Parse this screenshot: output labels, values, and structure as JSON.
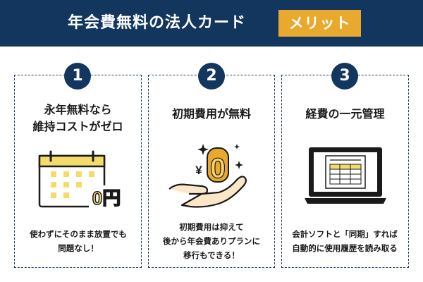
{
  "banner": {
    "title": "年会費無料の法人カード",
    "tag": "メリット"
  },
  "panels": [
    {
      "number": "1",
      "heading_lines": [
        "永年無料なら",
        "維持コストがゼロ"
      ],
      "badge_text": "0円",
      "desc_lines": [
        "使わずにそのまま放置でも",
        "問題なし！"
      ]
    },
    {
      "number": "2",
      "heading_lines": [
        "初期費用が無料"
      ],
      "yen_symbol": "¥",
      "zero": "0",
      "desc_lines": [
        "初期費用は抑えて",
        "後から年会費ありプランに",
        "移行もできる！"
      ]
    },
    {
      "number": "3",
      "heading_lines": [
        "経費の一元管理"
      ],
      "desc_lines": [
        "会計ソフトと「同期」すれば",
        "自動的に使用履歴を読み取る"
      ]
    }
  ],
  "colors": {
    "navy": "#13365f",
    "gold": "#e8a92e",
    "calendar_yellow": "#f4dc6a",
    "hand": "#fbe6c8"
  }
}
